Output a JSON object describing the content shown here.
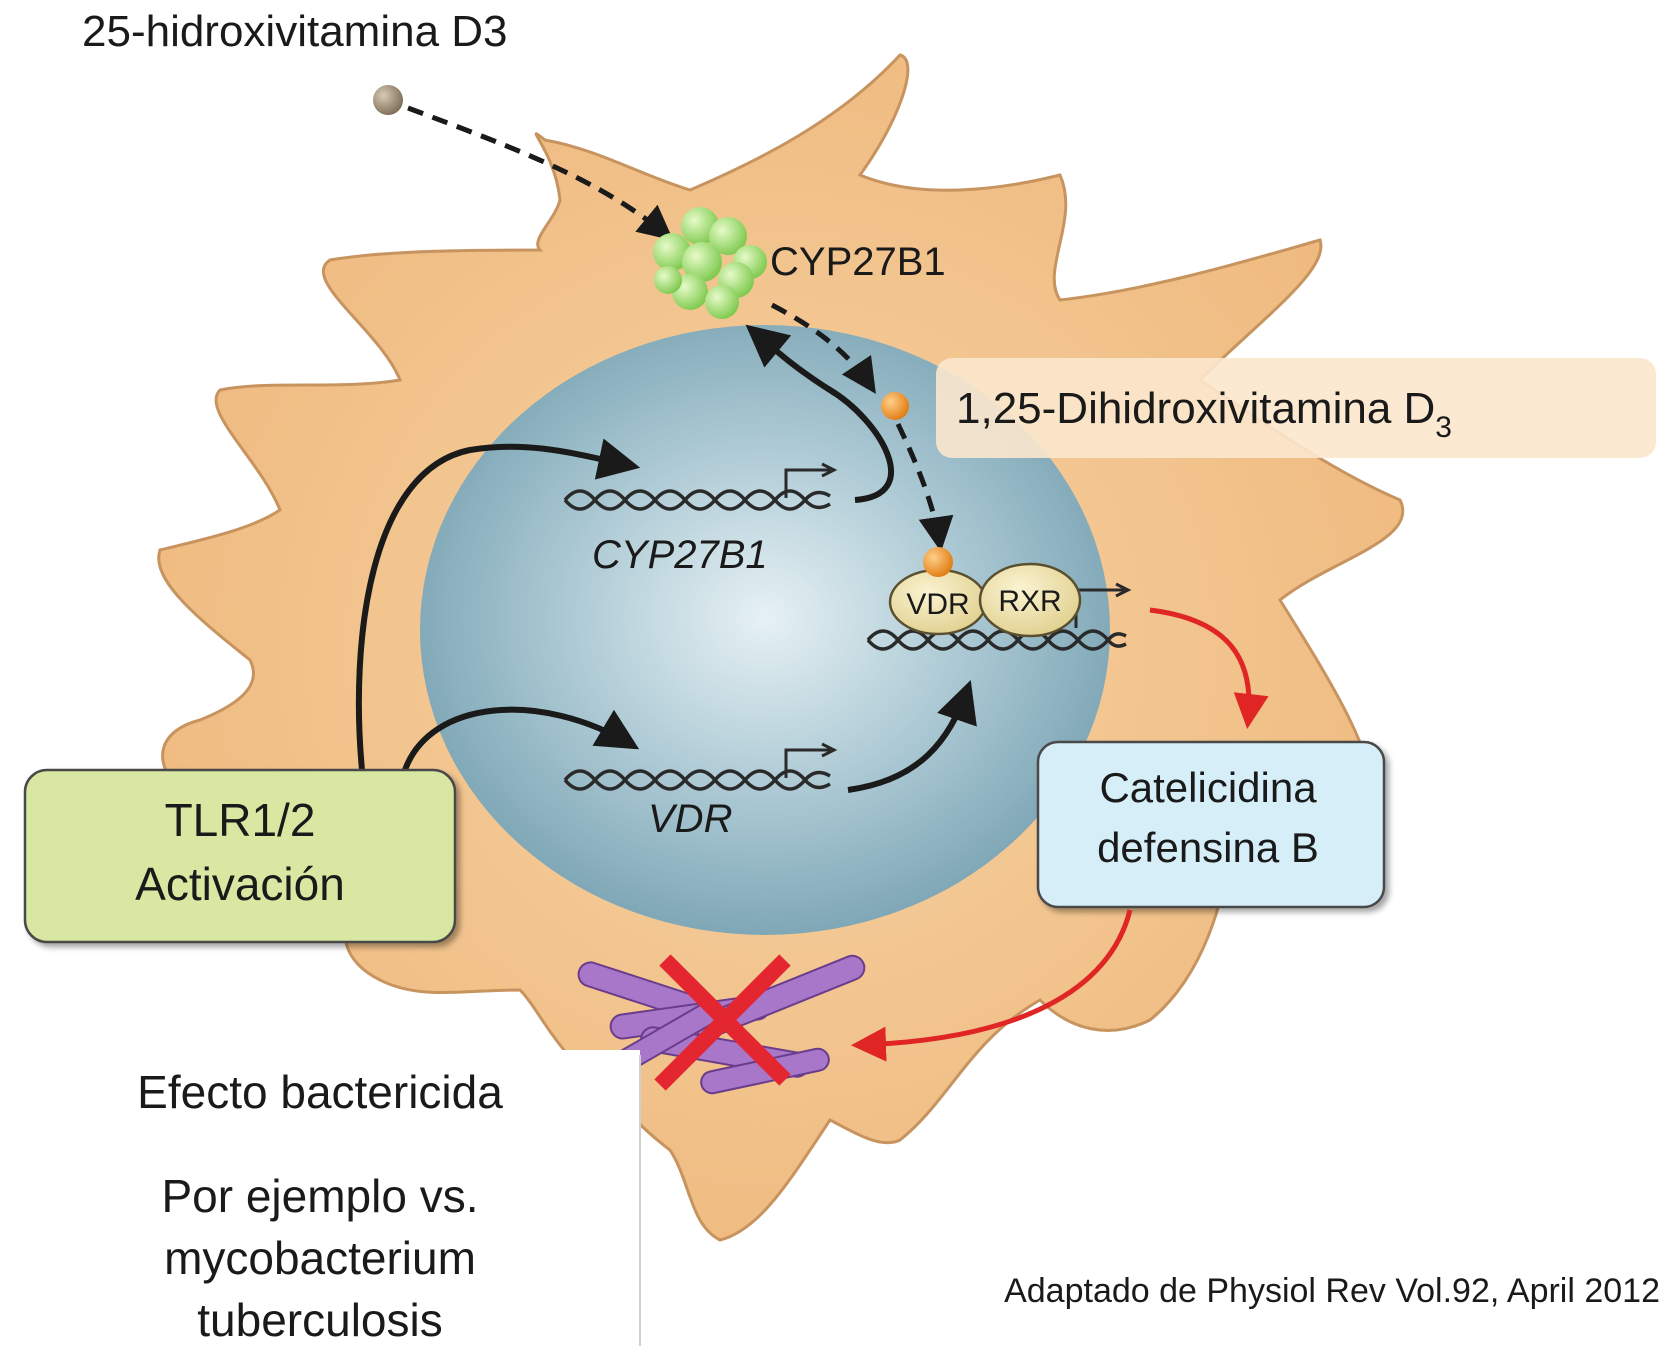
{
  "labels": {
    "substrate": "25-hidroxivitamina D3",
    "enzyme": "CYP27B1",
    "product_main": "1,25-Dihidroxivitamina D",
    "product_sub": "3",
    "gene_cyp": "CYP27B1",
    "gene_vdr": "VDR",
    "vdr_protein": "VDR",
    "rxr_protein": "RXR",
    "tlr_line1": "TLR1/2",
    "tlr_line2": "Activación",
    "peptide_line1": "Catelicidina",
    "peptide_line2": "defensina B",
    "effect": "Efecto bactericida",
    "example_line1": "Por ejemplo vs.",
    "example_line2": "mycobacterium",
    "example_line3": "tuberculosis",
    "credit": "Adaptado de Physiol Rev Vol.92, April 2012"
  },
  "colors": {
    "cell": "#f2c189",
    "cell_edge": "#c7945f",
    "nucleus": "#9fbfcb",
    "tlr_box": "#d8e8a2",
    "peptide_box": "#d6eef8",
    "red_arrow": "#e02525",
    "cross": "#e3262f",
    "bacteria": "#a877c9",
    "enzyme": "#a8e07a",
    "ligand": "#f08a1c"
  }
}
